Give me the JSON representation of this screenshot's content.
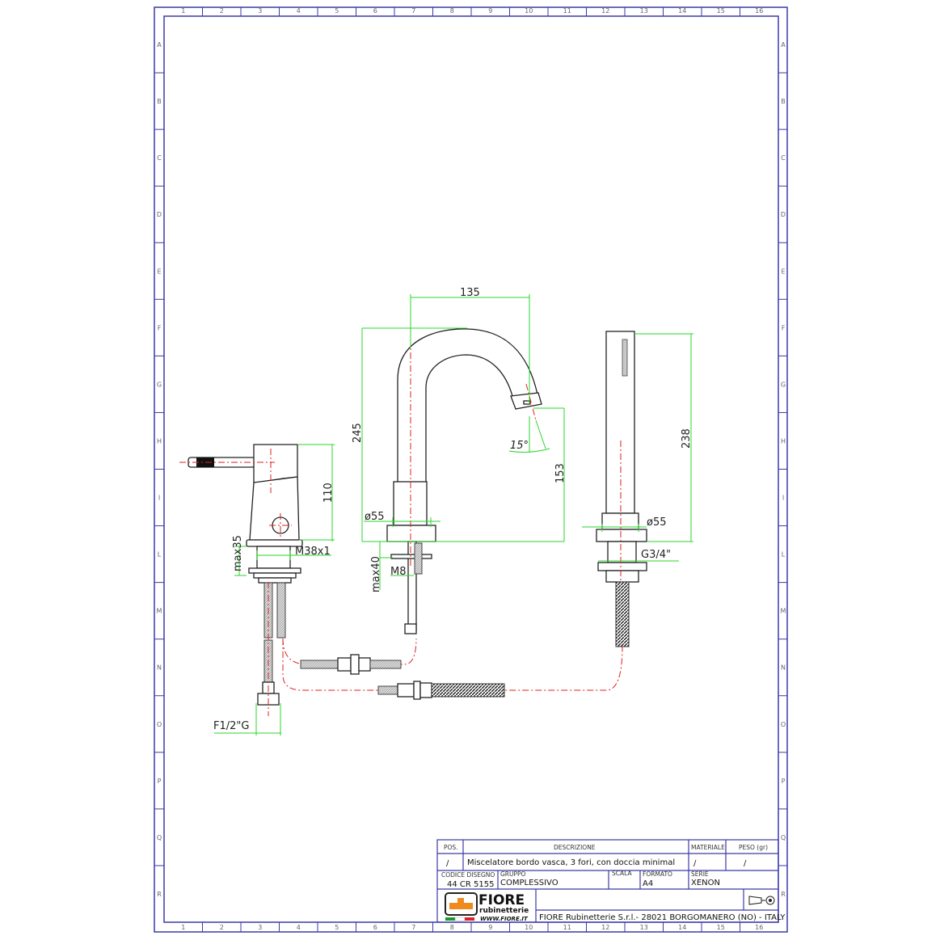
{
  "grid": {
    "columns": [
      "1",
      "2",
      "3",
      "4",
      "5",
      "6",
      "7",
      "8",
      "9",
      "10",
      "11",
      "12",
      "13",
      "14",
      "15",
      "16"
    ],
    "rows": [
      "A",
      "B",
      "C",
      "D",
      "E",
      "F",
      "G",
      "H",
      "I",
      "L",
      "M",
      "N",
      "O",
      "P",
      "Q",
      "R"
    ]
  },
  "dimensions": {
    "spout_reach": "135",
    "spout_height": "245",
    "spout_outlet_height": "153",
    "spout_angle": "15°",
    "spout_base_dia": "ø55",
    "spout_stem_max": "max40",
    "spout_thread": "M8",
    "mixer_height": "110",
    "mixer_max": "max35",
    "mixer_thread": "M38x1",
    "mixer_inlet": "F1/2\"G",
    "shower_height": "238",
    "shower_base_dia": "ø55",
    "shower_thread": "G3/4\""
  },
  "title_block": {
    "pos_h": "POS.",
    "desc_h": "DESCRIZIONE",
    "mat_h": "MATERIALE",
    "peso_h": "PESO (gr)",
    "pos": "/",
    "description": "Miscelatore bordo vasca, 3 fori, con doccia minimal",
    "materiale": "/",
    "peso": "/",
    "codice_h": "CODICE DISEGNO",
    "codice": "44 CR 5155",
    "gruppo_h": "GRUPPO",
    "gruppo": "COMPLESSIVO",
    "scala_h": "SCALA",
    "scala": "",
    "formato_h": "FORMATO",
    "formato": "A4",
    "serie_h": "SERIE",
    "serie": "XENON",
    "logo_text": "FIORE",
    "logo_sub": "rubinetterie",
    "logo_url": "WWW.FIORE.IT",
    "company": "FIORE Rubinetterie S.r.l.- 28021 BORGOMANERO (NO) - ITALY"
  },
  "colors": {
    "frame": "#3a3aa8",
    "dimension": "#2bd62b",
    "axis": "#dd2222",
    "logo": "#f08a1c"
  }
}
